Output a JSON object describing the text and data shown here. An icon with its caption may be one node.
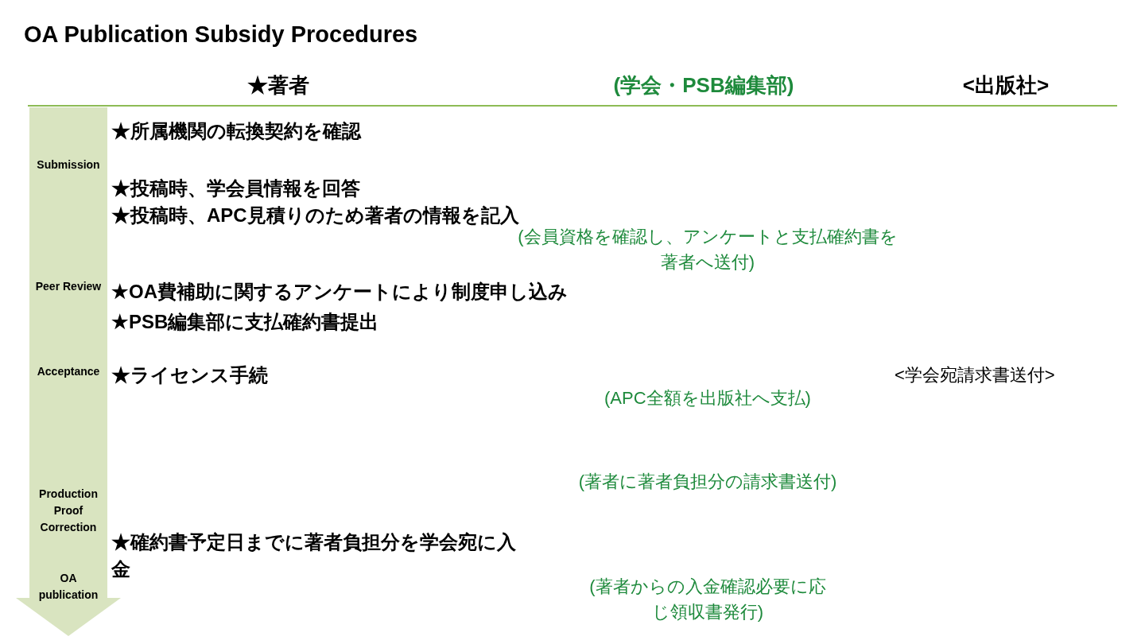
{
  "diagram": {
    "title": "OA Publication Subsidy Procedures",
    "nodes": [
      {
        "text": [
          "Submission",
          "Peer Review",
          "Acceptance",
          "Production Proof Correction",
          "OA publication"
        ]
      }
    ],
    "edges": [],
    "labels": [
      "★著者",
      "(学会・PSB編集部)",
      "<出版社>",
      "★所属機関の転換契約を確認",
      "★投稿時、学会員情報を回答",
      "★投稿時、APC見積りのため著者の情報を記入",
      "(会員資格を確認し、アンケートと支払確約書を著者へ送付)",
      "★OA費補助に関するアンケートにより制度申し込み",
      "★PSB編集部に支払確約書提出",
      "★ライセンス手続",
      "<学会宛請求書送付>",
      "(APC全額を出版社へ支払)",
      "(著者に著者負担分の請求書送付)",
      "★確約書予定日までに著者負担分を学会宛に入金",
      "(著者からの入金確認必要に応じ領収書発行)"
    ]
  }
}
